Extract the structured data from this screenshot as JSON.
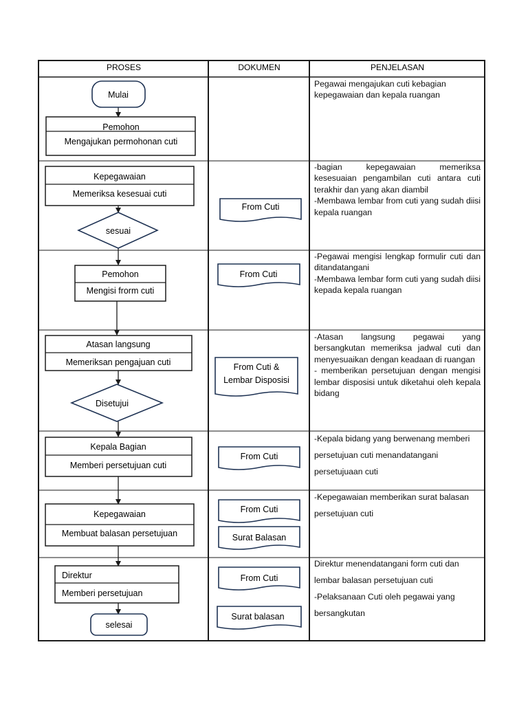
{
  "header": {
    "col_proses": "PROSES",
    "col_dokumen": "DOKUMEN",
    "col_penjelasan": "PENJELASAN"
  },
  "rows": [
    {
      "start": "Mulai",
      "actor": "Pemohon",
      "action": "Mengajukan permohonan cuti",
      "docs": [],
      "explanation": [
        "Pegawai mengajukan cuti kebagian kepegawaian dan kepala ruangan"
      ]
    },
    {
      "actor": "Kepegawaian",
      "action": "Memeriksa kesesuai cuti",
      "decision": "sesuai",
      "docs": [
        "From Cuti"
      ],
      "explanation": [
        "-bagian kepegawaian memeriksa kesesuaian pengambilan cuti antara cuti terakhir dan yang akan diambil",
        "-Membawa lembar from cuti yang sudah diisi kepala ruangan"
      ]
    },
    {
      "actor": "Pemohon",
      "action": "Mengisi frorm cuti",
      "docs": [
        "From Cuti"
      ],
      "explanation": [
        "-Pegawai mengisi lengkap formulir cuti dan ditandatangani",
        "-Membawa lembar form cuti yang sudah diisi kepada kepala ruangan"
      ]
    },
    {
      "actor": "Atasan langsung",
      "action": "Memeriksan pengajuan cuti",
      "decision": "Disetujui",
      "docs": [
        "From Cuti &",
        "Lembar Disposisi"
      ],
      "explanation": [
        "-Atasan langsung pegawai yang bersangkutan memeriksa jadwal cuti dan menyesuaikan dengan keadaan di ruangan",
        "- memberikan persetujuan dengan mengisi lembar disposisi untuk diketahui oleh kepala bidang"
      ]
    },
    {
      "actor": "Kepala Bagian",
      "action": "Memberi persetujuan cuti",
      "docs": [
        "From Cuti"
      ],
      "explanation": [
        "-Kepala bidang yang berwenang memberi persetujuan cuti menandatangani persetujuaan cuti"
      ]
    },
    {
      "actor": "Kepegawaian",
      "action": "Membuat balasan persetujuan",
      "docs": [
        "From Cuti",
        "Surat Balasan"
      ],
      "explanation": [
        "-Kepegawaian memberikan surat balasan persetujuan cuti"
      ]
    },
    {
      "actor": "Direktur",
      "action": "Memberi persetujuan",
      "end": "selesai",
      "docs": [
        "From Cuti",
        "Surat balasan"
      ],
      "explanation": [
        "Direktur menendatangani form cuti dan lembar balasan persetujuan cuti",
        "-Pelaksanaan Cuti  oleh pegawai yang bersangkutan"
      ]
    }
  ],
  "colors": {
    "line": "#1b1b1b",
    "shape_stroke": "#1f3354"
  }
}
